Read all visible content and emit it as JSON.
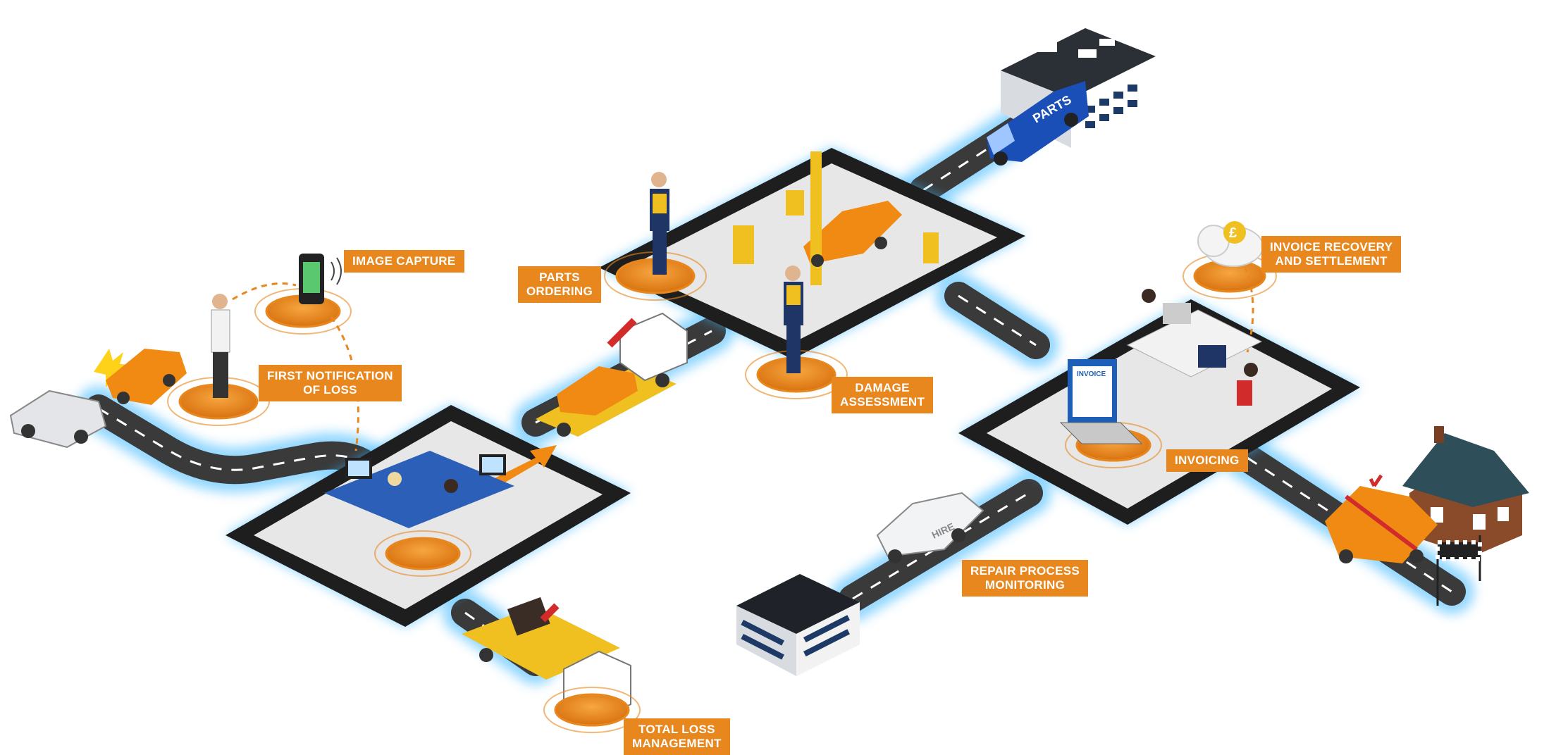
{
  "labels": {
    "image_capture": "IMAGE CAPTURE",
    "first_notification": "FIRST NOTIFICATION\nOF LOSS",
    "parts_ordering": "PARTS\nORDERING",
    "damage_assessment": "DAMAGE\nASSESSMENT",
    "invoice_recovery": "INVOICE RECOVERY\nAND SETTLEMENT",
    "invoicing": "INVOICING",
    "repair_monitoring": "REPAIR PROCESS\nMONITORING",
    "total_loss": "TOTAL LOSS\nMANAGEMENT"
  },
  "signage": {
    "van_text": "PARTS",
    "hire_car_text": "HIRE",
    "invoice_doc_text": "INVOICE",
    "currency_symbol": "£"
  },
  "colors": {
    "accent_orange": "#e8871e",
    "road_dark": "#3a3a3a",
    "tablet_frame": "#1e1e1e",
    "glow_blue": "#38b6ff",
    "van_blue": "#1b4fb8"
  }
}
